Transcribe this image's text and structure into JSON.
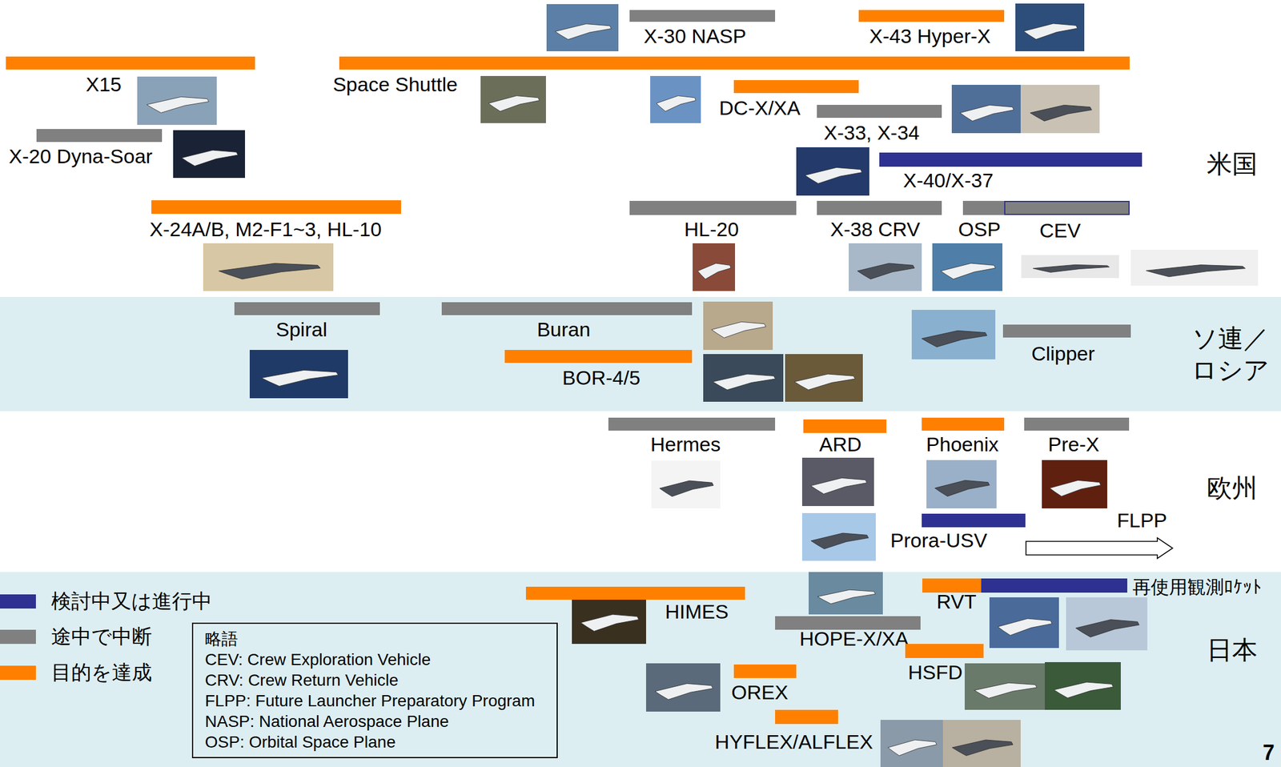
{
  "diagram": {
    "nodes": [
      {
        "text": [
          "X-30 NASP"
        ]
      },
      {
        "text": [
          "X-43 Hyper-X"
        ]
      },
      {
        "text": [
          "X15"
        ]
      },
      {
        "text": [
          "Space Shuttle"
        ]
      },
      {
        "text": [
          "DC-X/XA"
        ]
      },
      {
        "text": [
          "X-33, X-34"
        ]
      },
      {
        "text": [
          "X-20 Dyna-Soar"
        ]
      },
      {
        "text": [
          "X-40/X-37"
        ]
      },
      {
        "text": [
          "X-24A/B, M2-F1~3, HL-10"
        ]
      },
      {
        "text": [
          "HL-20"
        ]
      },
      {
        "text": [
          "X-38 CRV"
        ]
      },
      {
        "text": [
          "OSP"
        ]
      },
      {
        "text": [
          "CEV"
        ]
      },
      {
        "text": [
          "Spiral"
        ]
      },
      {
        "text": [
          "Buran"
        ]
      },
      {
        "text": [
          "Clipper"
        ]
      },
      {
        "text": [
          "BOR-4/5"
        ]
      },
      {
        "text": [
          "Hermes"
        ]
      },
      {
        "text": [
          "ARD"
        ]
      },
      {
        "text": [
          "Phoenix"
        ]
      },
      {
        "text": [
          "Pre-X"
        ]
      },
      {
        "text": [
          "FLPP"
        ]
      },
      {
        "text": [
          "Prora-USV"
        ]
      },
      {
        "text": [
          "RVT"
        ]
      },
      {
        "text": [
          "再使用観測ﾛｹｯﾄ"
        ]
      },
      {
        "text": [
          "HIMES"
        ]
      },
      {
        "text": [
          "HOPE-X/XA"
        ]
      },
      {
        "text": [
          "略語",
          "CEV: Crew Exploration Vehicle",
          "CRV: Crew Return Vehicle",
          "FLPP: Future Launcher Preparatory Program",
          "NASP: National Aerospace Plane",
          "OSP: Orbital Space Plane"
        ]
      },
      {
        "text": [
          "HSFD"
        ]
      },
      {
        "text": [
          "OREX"
        ]
      },
      {
        "text": [
          "HYFLEX/ALFLEX"
        ]
      }
    ],
    "labels": [
      "米国",
      "ソ連／ ロシア",
      "欧州",
      "日本",
      "7"
    ],
    "legend": [
      {
        "text": "検討中又は進行中",
        "color": "#2e3192"
      },
      {
        "text": "途中で中断",
        "color": "#808080"
      },
      {
        "text": "目的を達成",
        "color": "#ff8000"
      }
    ]
  }
}
